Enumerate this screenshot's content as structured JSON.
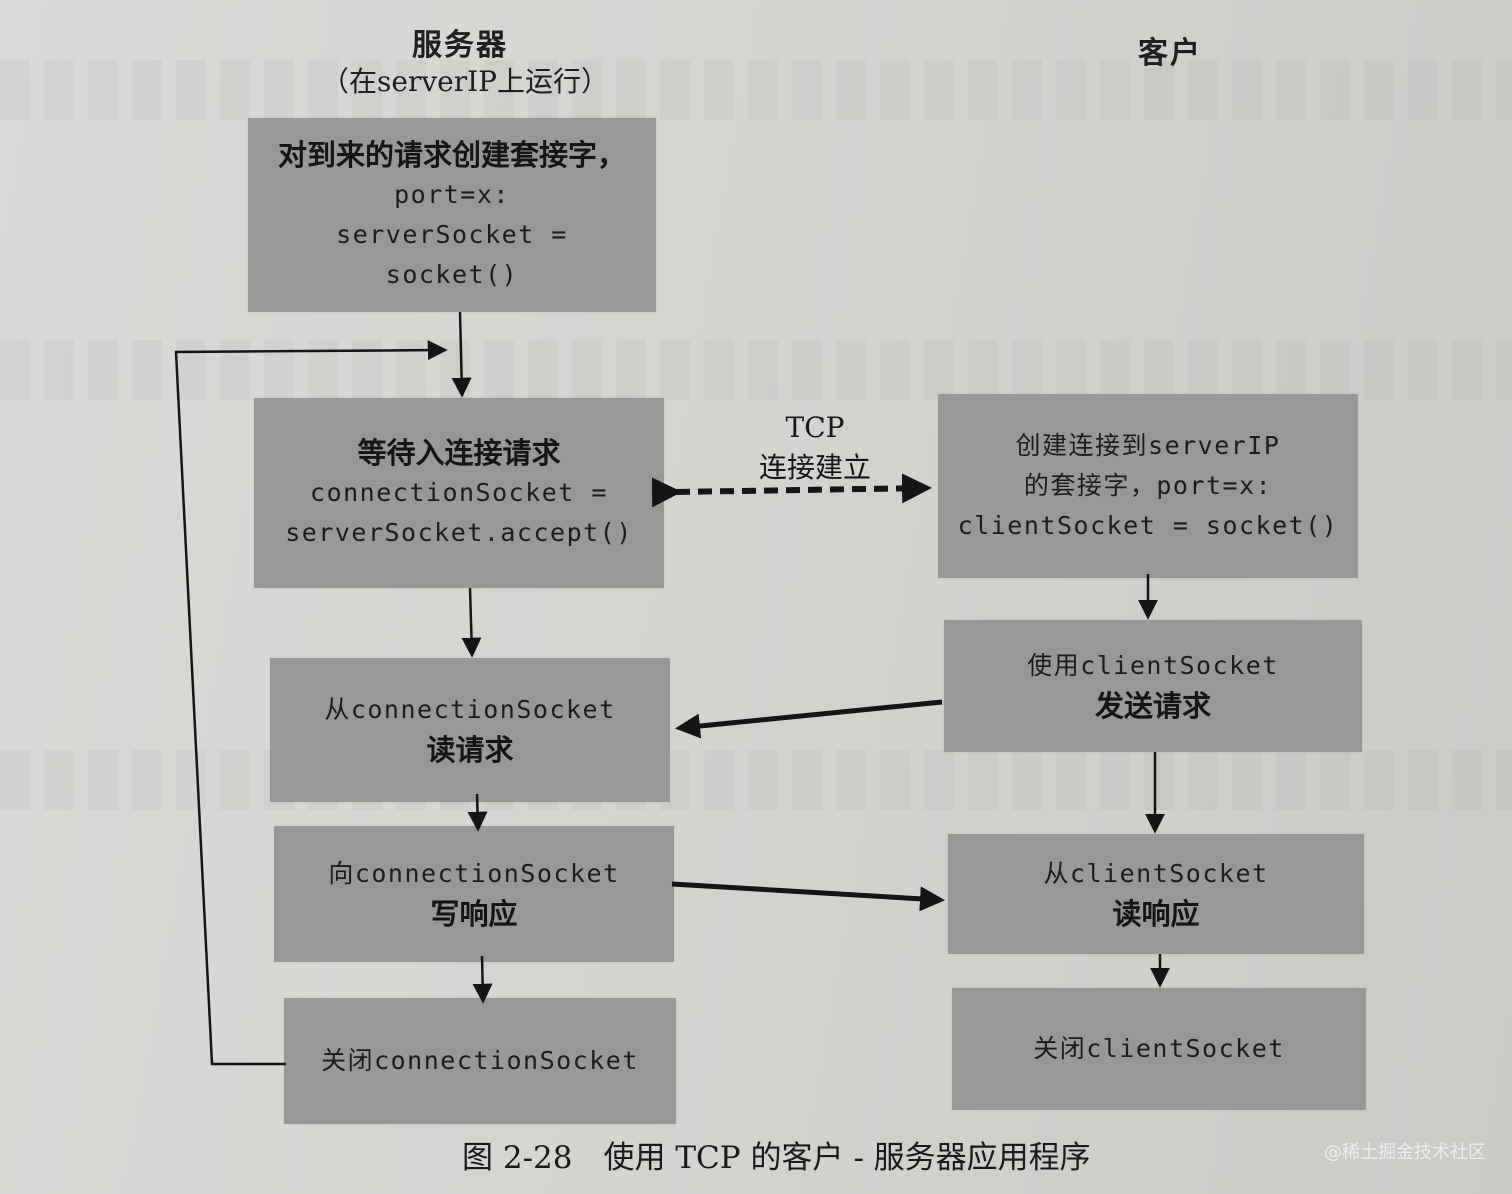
{
  "server": {
    "title": "服务器",
    "subtitle": "（在serverIP上运行）",
    "boxes": {
      "create_socket": {
        "line1": "对到来的请求创建套接字，",
        "line2": "port=x:",
        "line3": "serverSocket =",
        "line4": "socket()"
      },
      "accept": {
        "line1": "等待入连接请求",
        "line2": "connectionSocket =",
        "line3": "serverSocket.accept()"
      },
      "read_request": {
        "line1": "从connectionSocket",
        "line2": "读请求"
      },
      "write_response": {
        "line1": "向connectionSocket",
        "line2": "写响应"
      },
      "close": {
        "line1": "关闭connectionSocket"
      }
    }
  },
  "client": {
    "title": "客户",
    "boxes": {
      "create_socket": {
        "line1": "创建连接到serverIP",
        "line2": "的套接字，port=x:",
        "line3": "clientSocket = socket()"
      },
      "send_request": {
        "line1": "使用clientSocket",
        "line2": "发送请求"
      },
      "read_response": {
        "line1": "从clientSocket",
        "line2": "读响应"
      },
      "close": {
        "line1": "关闭clientSocket"
      }
    }
  },
  "connection_label": {
    "line1": "TCP",
    "line2": "连接建立"
  },
  "caption": "图 2-28　使用 TCP 的客户 - 服务器应用程序",
  "watermark": "@稀土掘金技术社区",
  "colors": {
    "box_fill": "#989896",
    "paper": "#d4d4d2",
    "ink": "#151515"
  }
}
